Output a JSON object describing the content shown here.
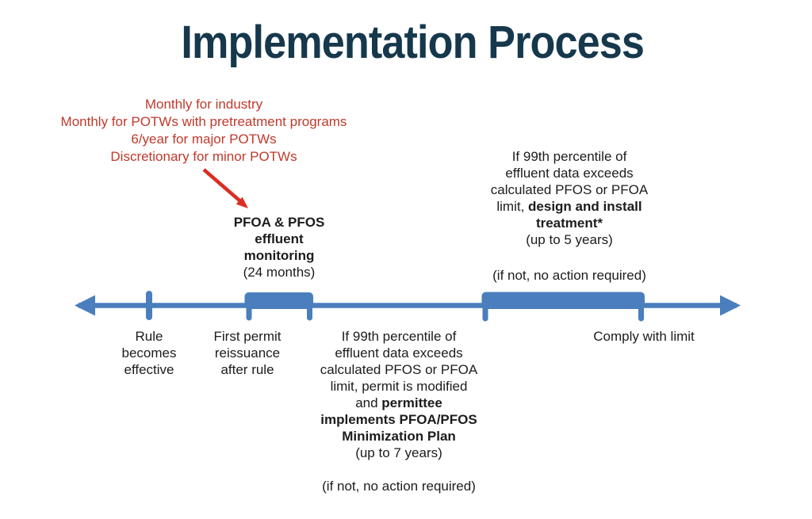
{
  "title": "Implementation Process",
  "colors": {
    "title_navy": "#16384c",
    "annotation_red": "#c0392b",
    "arrow_red": "#db2e23",
    "timeline_blue": "#4a7ebd",
    "text_black": "#1c1c1c"
  },
  "annotation": {
    "monitoring_frequency": "Monthly for industry\nMonthly for POTWs with pretreatment programs\n6/year for major POTWs\nDiscretionary for minor POTWs"
  },
  "timeline": {
    "monitoring_label": [
      {
        "t": "PFOA & PFOS\neffluent\nmonitoring",
        "b": true
      },
      {
        "t": "\n(24 months)",
        "b": false
      }
    ],
    "treatment_note": [
      {
        "t": "If 99th percentile of\neffluent data exceeds\ncalculated PFOS or PFOA\nlimit, ",
        "b": false
      },
      {
        "t": "design and install\ntreatment*",
        "b": true
      },
      {
        "t": "\n(up to 5 years)",
        "b": false
      }
    ],
    "treatment_ifnot": "(if not, no action required)",
    "rule_effective_label": "Rule\nbecomes\neffective",
    "first_permit_label": "First permit\nreissuance\nafter rule",
    "modification_note": [
      {
        "t": "If 99th percentile of\neffluent data exceeds\ncalculated PFOS or PFOA\nlimit, permit is modified\nand ",
        "b": false
      },
      {
        "t": "permittee\nimplements PFOA/PFOS\nMinimization Plan",
        "b": true
      },
      {
        "t": "\n(up to 7 years)",
        "b": false
      }
    ],
    "modification_ifnot": "(if not, no action required)",
    "comply_label": "Comply with limit"
  }
}
